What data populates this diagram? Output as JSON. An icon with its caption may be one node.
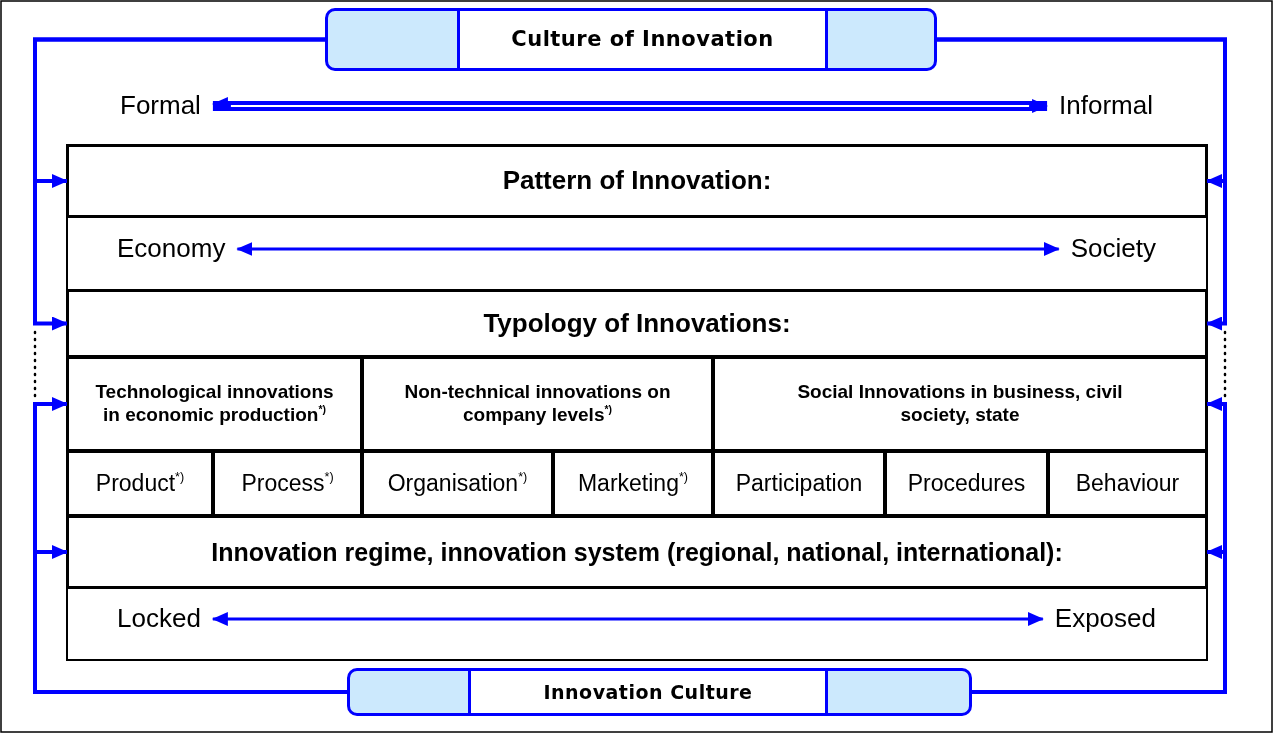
{
  "diagram": {
    "nodes": [
      {
        "text": [
          "Culture of Innovation"
        ]
      },
      {
        "text": [
          "Formal"
        ]
      },
      {
        "text": [
          "Informal"
        ]
      },
      {
        "text": [
          "Pattern of Innovation:"
        ]
      },
      {
        "text": [
          "Economy"
        ]
      },
      {
        "text": [
          "Society"
        ]
      },
      {
        "text": [
          "Typology of Innovations:"
        ]
      },
      {
        "text": [
          "Technological innovations in economic production$^{*)}$"
        ]
      },
      {
        "text": [
          "Non-technical innovations on company levels$^{*)}$"
        ]
      },
      {
        "text": [
          "Social Innovations in business, civil society, state"
        ]
      },
      {
        "text": [
          "Product$^{*)}$"
        ]
      },
      {
        "text": [
          "Process$^{*)}$"
        ]
      },
      {
        "text": [
          "Organisation$^{*)}$"
        ]
      },
      {
        "text": [
          "Marketing$^{*)}$"
        ]
      },
      {
        "text": [
          "Participation"
        ]
      },
      {
        "text": [
          "Procedures"
        ]
      },
      {
        "text": [
          "Behaviour"
        ]
      },
      {
        "text": [
          "Innovation regime, innovation system (regional, national, international):"
        ]
      },
      {
        "text": [
          "Locked"
        ]
      },
      {
        "text": [
          "Exposed"
        ]
      },
      {
        "text": [
          "Innovation Culture"
        ]
      }
    ],
    "edges": [
      {
        "from": 1,
        "to": 2,
        "arrow": "both"
      },
      {
        "from": 4,
        "to": 5,
        "arrow": "both"
      },
      {
        "from": 18,
        "to": 19,
        "arrow": "both"
      },
      {
        "from": 0,
        "to": 3,
        "arrow": "to"
      },
      {
        "from": 0,
        "to": 6,
        "arrow": "to"
      },
      {
        "from": 0,
        "to": 3,
        "arrow": "to"
      },
      {
        "from": 0,
        "to": 6,
        "arrow": "to"
      },
      {
        "from": 20,
        "to": 7,
        "arrow": "to"
      },
      {
        "from": 20,
        "to": 17,
        "arrow": "to"
      },
      {
        "from": 20,
        "to": 9,
        "arrow": "to"
      },
      {
        "from": 20,
        "to": 17,
        "arrow": "to"
      }
    ]
  }
}
